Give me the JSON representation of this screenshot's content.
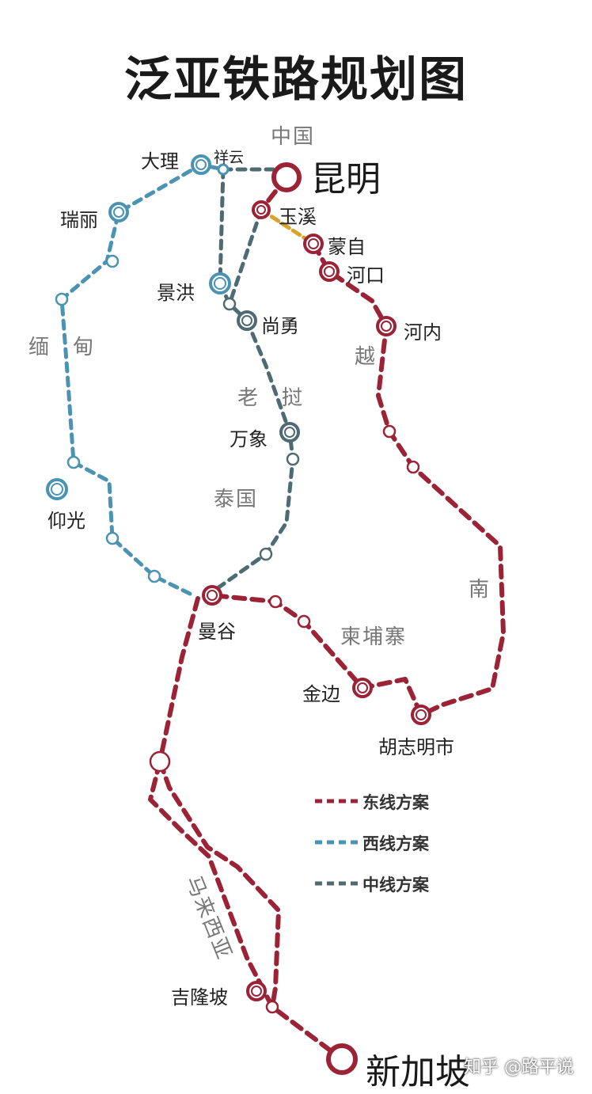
{
  "title": "泛亚铁路规划图",
  "colors": {
    "east": "#9b2335",
    "west": "#4b93b3",
    "middle": "#4e6a72",
    "link": "#d9a32b",
    "text": "#222222",
    "country": "#777777"
  },
  "cities": {
    "kunming": "昆明",
    "dali": "大理",
    "xiangyun": "祥云",
    "ruili": "瑞丽",
    "yuxi": "玉溪",
    "mengzi": "蒙自",
    "hekou": "河口",
    "hanoi": "河内",
    "jinghong": "景洪",
    "boten": "尚勇",
    "vientiane": "万象",
    "yangon": "仰光",
    "bangkok": "曼谷",
    "phnompenh": "金边",
    "hcmc": "胡志明市",
    "kualalumpur": "吉隆坡",
    "singapore": "新加坡"
  },
  "countries": {
    "china": "中国",
    "myanmar_1": "缅",
    "myanmar_2": "甸",
    "laos_1": "老",
    "laos_2": "挝",
    "thailand": "泰国",
    "vietnam_1": "越",
    "vietnam_2": "南",
    "cambodia": "柬埔寨",
    "malaysia": "马来西亚"
  },
  "legend": [
    {
      "key": "east",
      "label": "东线方案"
    },
    {
      "key": "west",
      "label": "西线方案"
    },
    {
      "key": "middle",
      "label": "中线方案"
    }
  ],
  "watermark": "知乎 @路平说"
}
